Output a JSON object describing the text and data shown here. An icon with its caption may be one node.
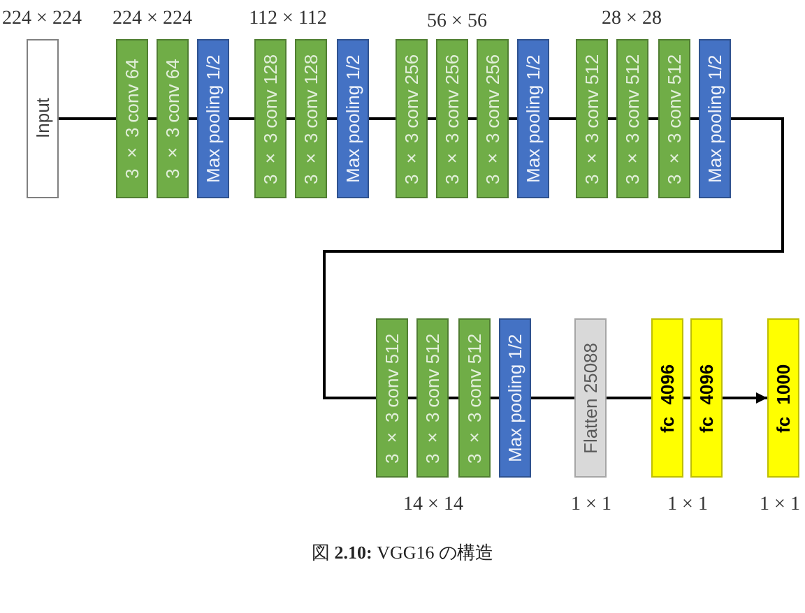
{
  "diagram": {
    "caption": "図 **2.10:** VGG16 の構造",
    "nodes": [
      {
        "text": [
          "Input"
        ]
      },
      {
        "text": [
          "3 × 3 conv 64"
        ]
      },
      {
        "text": [
          "3 × 3 conv 64"
        ]
      },
      {
        "text": [
          "Max pooling 1/2"
        ]
      },
      {
        "text": [
          "3 × 3 conv 128"
        ]
      },
      {
        "text": [
          "3 × 3 conv 128"
        ]
      },
      {
        "text": [
          "Max pooling 1/2"
        ]
      },
      {
        "text": [
          "3 × 3 conv 256"
        ]
      },
      {
        "text": [
          "3 × 3 conv 256"
        ]
      },
      {
        "text": [
          "3 × 3 conv 256"
        ]
      },
      {
        "text": [
          "Max pooling 1/2"
        ]
      },
      {
        "text": [
          "3 × 3 conv 512"
        ]
      },
      {
        "text": [
          "3 × 3 conv 512"
        ]
      },
      {
        "text": [
          "3 × 3 conv 512"
        ]
      },
      {
        "text": [
          "Max pooling 1/2"
        ]
      },
      {
        "text": [
          "3 × 3 conv 512"
        ]
      },
      {
        "text": [
          "3 × 3 conv 512"
        ]
      },
      {
        "text": [
          "3 × 3 conv 512"
        ]
      },
      {
        "text": [
          "Max pooling 1/2"
        ]
      },
      {
        "text": [
          "Flatten 25088"
        ]
      },
      {
        "text": [
          "fc 4096"
        ]
      },
      {
        "text": [
          "fc 4096"
        ]
      },
      {
        "text": [
          "fc 1000"
        ]
      }
    ],
    "edges": [
      {
        "from": 0,
        "to": 1,
        "arrow": "none"
      },
      {
        "from": 1,
        "to": 2,
        "arrow": "none"
      },
      {
        "from": 2,
        "to": 3,
        "arrow": "none"
      },
      {
        "from": 3,
        "to": 4,
        "arrow": "none"
      },
      {
        "from": 4,
        "to": 5,
        "arrow": "none"
      },
      {
        "from": 5,
        "to": 6,
        "arrow": "none"
      },
      {
        "from": 6,
        "to": 7,
        "arrow": "none"
      },
      {
        "from": 7,
        "to": 8,
        "arrow": "none"
      },
      {
        "from": 8,
        "to": 9,
        "arrow": "none"
      },
      {
        "from": 9,
        "to": 10,
        "arrow": "none"
      },
      {
        "from": 10,
        "to": 11,
        "arrow": "none"
      },
      {
        "from": 11,
        "to": 12,
        "arrow": "none"
      },
      {
        "from": 12,
        "to": 13,
        "arrow": "none"
      },
      {
        "from": 13,
        "to": 14,
        "arrow": "none"
      },
      {
        "from": 14,
        "to": 15,
        "arrow": "none"
      },
      {
        "from": 15,
        "to": 16,
        "arrow": "none"
      },
      {
        "from": 16,
        "to": 17,
        "arrow": "none"
      },
      {
        "from": 17,
        "to": 18,
        "arrow": "none"
      },
      {
        "from": 18,
        "to": 19,
        "arrow": "none"
      },
      {
        "from": 19,
        "to": 20,
        "arrow": "none"
      },
      {
        "from": 20,
        "to": 21,
        "arrow": "none"
      },
      {
        "from": 21,
        "to": 22,
        "arrow": "to"
      }
    ],
    "labels": [
      "224 × 224",
      "224 × 224",
      "112 × 112",
      "56 × 56",
      "28 × 28",
      "14 × 14",
      "1 × 1",
      "1 × 1",
      "1 × 1"
    ]
  }
}
